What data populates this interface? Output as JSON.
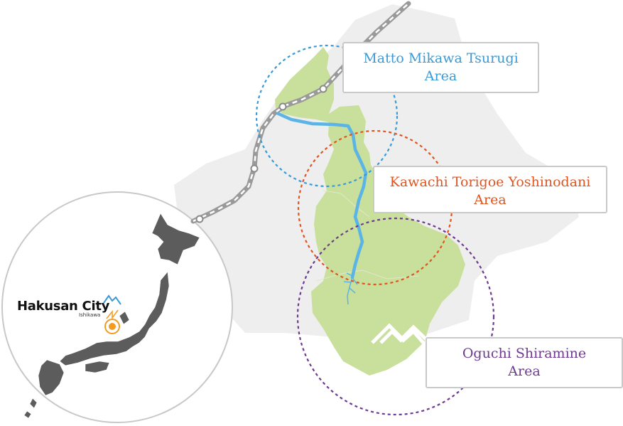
{
  "areas": [
    {
      "id": "matto",
      "line1": "Matto Mikawa Tsurugi",
      "line2": "Area",
      "color": "#3a9ad6"
    },
    {
      "id": "kawachi",
      "line1": "Kawachi Torigoe Yoshinodani",
      "line2": "Area",
      "color": "#e0551f"
    },
    {
      "id": "oguchi",
      "line1": "Oguchi Shiramine",
      "line2": "Area",
      "color": "#6d3b8e"
    }
  ],
  "inset": {
    "city_name": "Hakusan City",
    "prefecture": "Ishikawa"
  },
  "colors": {
    "city_region": "#c9df9c",
    "surrounding_land": "#eeeeee",
    "river": "#5ab5e6",
    "japan": "#5c5c5c",
    "rail": "#9a9a9a",
    "location_marker": "#f39a21",
    "mountain_icon": "#ffffff"
  }
}
